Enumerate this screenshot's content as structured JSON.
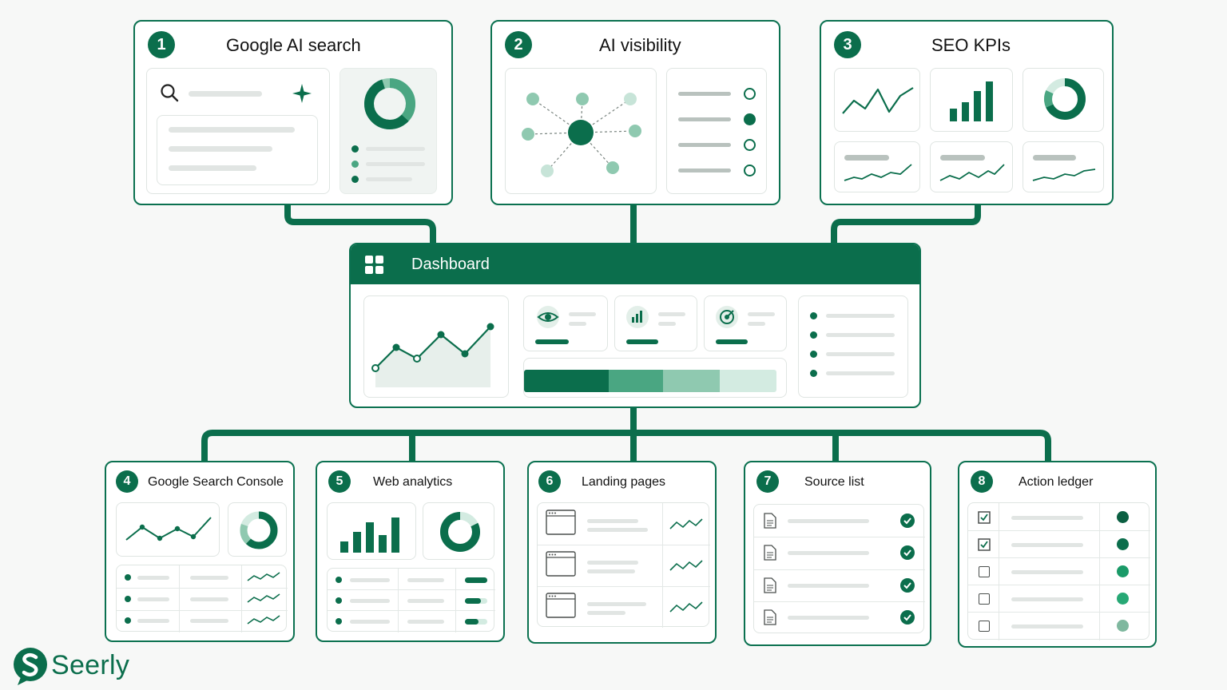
{
  "brand": {
    "name": "Seerly",
    "accent": "#0b6e4c",
    "accent_mid": "#4aa682",
    "accent_light": "#8fc9b0",
    "accent_pale": "#d3ebe1"
  },
  "top_cards": [
    {
      "number": "1",
      "title": "Google AI search",
      "icons": [
        "search-icon",
        "sparkle-icon",
        "donut-chart-icon"
      ]
    },
    {
      "number": "2",
      "title": "AI visibility",
      "icons": [
        "network-graph-icon",
        "radio-list-icon"
      ]
    },
    {
      "number": "3",
      "title": "SEO KPIs",
      "icons": [
        "line-chart-icon",
        "bar-chart-icon",
        "donut-chart-icon",
        "trend-sparkline-icon"
      ]
    }
  ],
  "dashboard": {
    "title": "Dashboard",
    "icons": [
      "grid-icon",
      "eye-icon",
      "bar-chart-icon",
      "target-icon"
    ]
  },
  "bottom_cards": [
    {
      "number": "4",
      "title": "Google Search Console"
    },
    {
      "number": "5",
      "title": "Web analytics"
    },
    {
      "number": "6",
      "title": "Landing pages"
    },
    {
      "number": "7",
      "title": "Source list"
    },
    {
      "number": "8",
      "title": "Action ledger"
    }
  ]
}
